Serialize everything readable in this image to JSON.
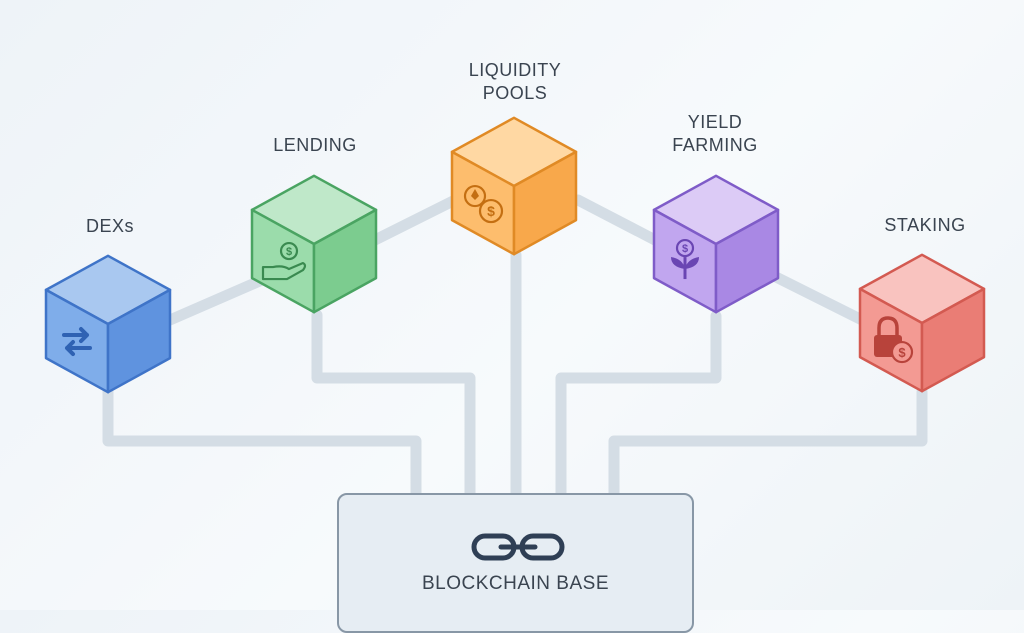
{
  "nodes": [
    {
      "id": "dexs",
      "label_lines": [
        "DEXs"
      ],
      "icon": "swap-arrows-icon",
      "colors": {
        "top": "#a9c8f0",
        "left": "#7fadea",
        "right": "#5f93df",
        "stroke": "#3f74c8",
        "icon": "#2f62b3"
      }
    },
    {
      "id": "lending",
      "label_lines": [
        "LENDING"
      ],
      "icon": "hand-coin-icon",
      "colors": {
        "top": "#bfe8c9",
        "left": "#9bdcab",
        "right": "#7ccc8f",
        "stroke": "#4aa462",
        "icon": "#3a8a50"
      }
    },
    {
      "id": "liquidity-pools",
      "label_lines": [
        "LIQUIDITY",
        "POOLS"
      ],
      "icon": "coins-icon",
      "colors": {
        "top": "#ffd8a3",
        "left": "#fdbd6d",
        "right": "#f8a84b",
        "stroke": "#e08a25",
        "icon": "#c46f12"
      }
    },
    {
      "id": "yield-farming",
      "label_lines": [
        "YIELD",
        "FARMING"
      ],
      "icon": "plant-coin-icon",
      "colors": {
        "top": "#dccbf6",
        "left": "#c1a6ef",
        "right": "#a988e4",
        "stroke": "#7f5cc8",
        "icon": "#6a46b3"
      }
    },
    {
      "id": "staking",
      "label_lines": [
        "STAKING"
      ],
      "icon": "lock-coin-icon",
      "colors": {
        "top": "#f9c3bf",
        "left": "#f39a93",
        "right": "#ea7d75",
        "stroke": "#d35a51",
        "icon": "#b8433b"
      }
    }
  ],
  "base": {
    "label": "BLOCKCHAIN BASE",
    "icon": "chain-link-icon",
    "color": "#2f3f55"
  },
  "connector_color": "#d4dde5"
}
